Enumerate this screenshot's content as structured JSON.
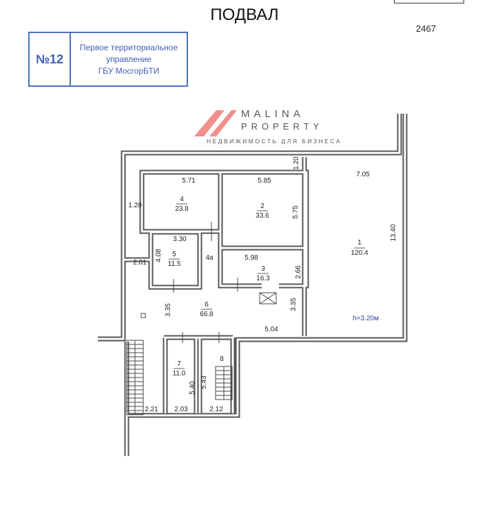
{
  "title": "ПОДВАЛ",
  "sheet_number": "2467",
  "stamp": {
    "number": "№12",
    "lines": [
      "Первое территориальное",
      "управление",
      "ГБУ МосгорБТИ"
    ],
    "color": "#3f5fb8"
  },
  "watermark": {
    "line1": "MALINA",
    "line2": "PROPERTY",
    "tagline": "НЕДВИЖИМОСТЬ ДЛЯ БИЗНЕСА",
    "color": "#e8453c"
  },
  "rooms": [
    {
      "number": "1",
      "area": "120.4"
    },
    {
      "number": "2",
      "area": "33.6"
    },
    {
      "number": "3",
      "area": "16.3"
    },
    {
      "number": "4",
      "area": "23.8"
    },
    {
      "number": "4а",
      "area": ""
    },
    {
      "number": "5",
      "area": "11.5"
    },
    {
      "number": "6",
      "area": "66.8"
    },
    {
      "number": "7",
      "area": "11.0"
    },
    {
      "number": "8",
      "area": ""
    }
  ],
  "dimensions": [
    "7.05",
    "13.40",
    "1.20",
    "5.71",
    "5.85",
    "5.75",
    "1.20",
    "3.30",
    "4.08",
    "2.01",
    "5.98",
    "2.66",
    "3.35",
    "3.35",
    "5.04",
    "5.40",
    "5.43",
    "2.21",
    "2.03",
    "2.12"
  ],
  "height_note": "h=3.20м"
}
